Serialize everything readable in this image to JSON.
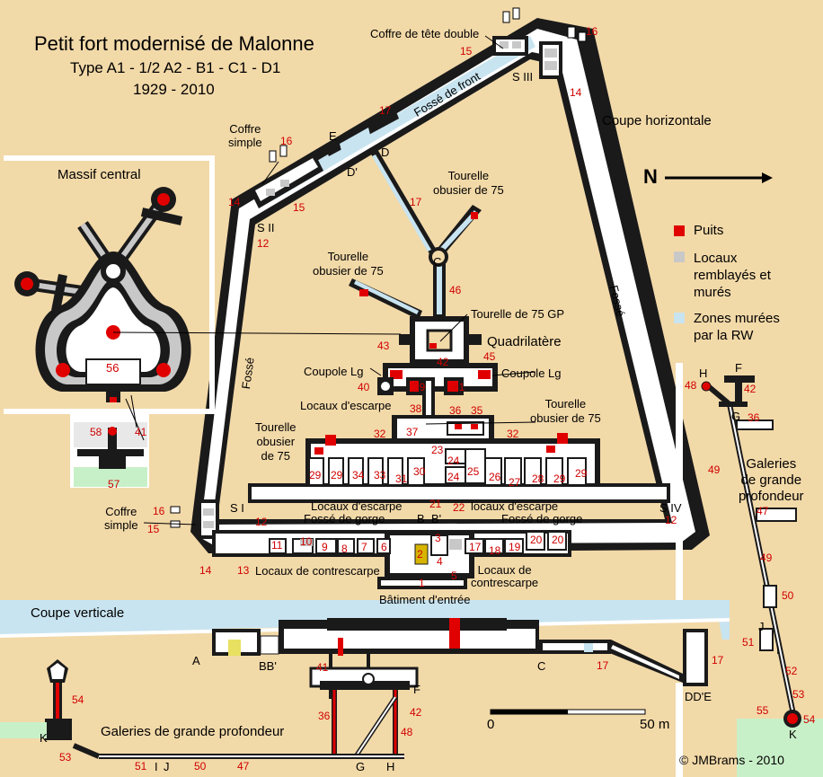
{
  "title": "Petit fort modernisé de Malonne",
  "subtitle_type": "Type  A1 - 1/2 A2 - B1 - C1 - D1",
  "subtitle_years": "1929 - 2010",
  "sections": {
    "horizontal": "Coupe horizontale",
    "vertical": "Coupe verticale",
    "massif": "Massif central",
    "galeries_right": [
      "Galeries",
      "de grande",
      "profondeur"
    ],
    "galeries_bottom": "Galeries de grande profondeur"
  },
  "north_label": "N",
  "legend": {
    "items": [
      {
        "color": "#e00000",
        "lines": [
          "Puits"
        ]
      },
      {
        "color": "#c8c8c8",
        "lines": [
          "Locaux",
          "remblayés et",
          "murés"
        ]
      },
      {
        "color": "#c8e4f0",
        "lines": [
          "Zones murées",
          "par la RW"
        ]
      }
    ]
  },
  "scale": {
    "start": "0",
    "end": "50 m"
  },
  "copyright": "©  JMBrams - 2010",
  "labels": {
    "coffre_double": "Coffre de tête double",
    "coffre_simple_top": [
      "Coffre",
      "simple"
    ],
    "coffre_simple_left": [
      "Coffre",
      "simple"
    ],
    "fosse_front": "Fossé de front",
    "fosse_left": "Fossé",
    "fosse_right": "Fossé",
    "tourelle_75_top": [
      "Tourelle",
      "obusier de 75"
    ],
    "tourelle_75_left": [
      "Tourelle",
      "obusier de 75"
    ],
    "tourelle_75_gp": "Tourelle de 75 GP",
    "quadrilatere": "Quadrilatère",
    "coupole_lg_left": "Coupole Lg",
    "coupole_lg_right": "Coupole Lg",
    "locaux_escarpe_1": "Locaux d'escarpe",
    "tourelle_75_right": [
      "Tourelle",
      "obusier de 75"
    ],
    "tourelle_75_bl": [
      "Tourelle",
      "obusier",
      "de 75"
    ],
    "locaux_escarpe_2": "Locaux d'escarpe",
    "fosse_gorge_1": "Fossé de gorge",
    "locaux_escarpe_3": "locaux d'escarpe",
    "fosse_gorge_2": "Fossé de gorge",
    "locaux_contrescarpe_1": "Locaux de contrescarpe",
    "locaux_contrescarpe_2": [
      "Locaux de",
      "contrescarpe"
    ],
    "batiment_entree": "Bâtiment d'entrée"
  },
  "letters": [
    "S III",
    "S II",
    "S I",
    "S IV",
    "E",
    "D",
    "D'",
    "C",
    "B",
    "B'",
    "H",
    "F",
    "G",
    "J",
    "I",
    "K",
    "A",
    "BB'",
    "C",
    "DD'E",
    "F",
    "K",
    "I",
    "J",
    "G",
    "H"
  ],
  "numbers": [
    "15",
    "16",
    "14",
    "17",
    "16",
    "14",
    "15",
    "12",
    "17",
    "46",
    "43",
    "45",
    "42",
    "40",
    "39",
    "41",
    "38",
    "36",
    "35",
    "37",
    "32",
    "32",
    "23",
    "24",
    "25",
    "24",
    "26",
    "27",
    "28",
    "29",
    "29",
    "29",
    "29",
    "34",
    "33",
    "31",
    "30",
    "21",
    "22",
    "16",
    "15",
    "12",
    "12",
    "14",
    "13",
    "11",
    "10",
    "9",
    "8",
    "7",
    "6",
    "2",
    "3",
    "4",
    "5",
    "1",
    "17",
    "18",
    "19",
    "20",
    "20",
    "48",
    "42",
    "36",
    "49",
    "47",
    "49",
    "50",
    "51",
    "52",
    "53",
    "55",
    "54",
    "56",
    "58",
    "41",
    "57",
    "41",
    "17",
    "17",
    "54",
    "53",
    "36",
    "42",
    "48",
    "51",
    "50",
    "47"
  ]
}
